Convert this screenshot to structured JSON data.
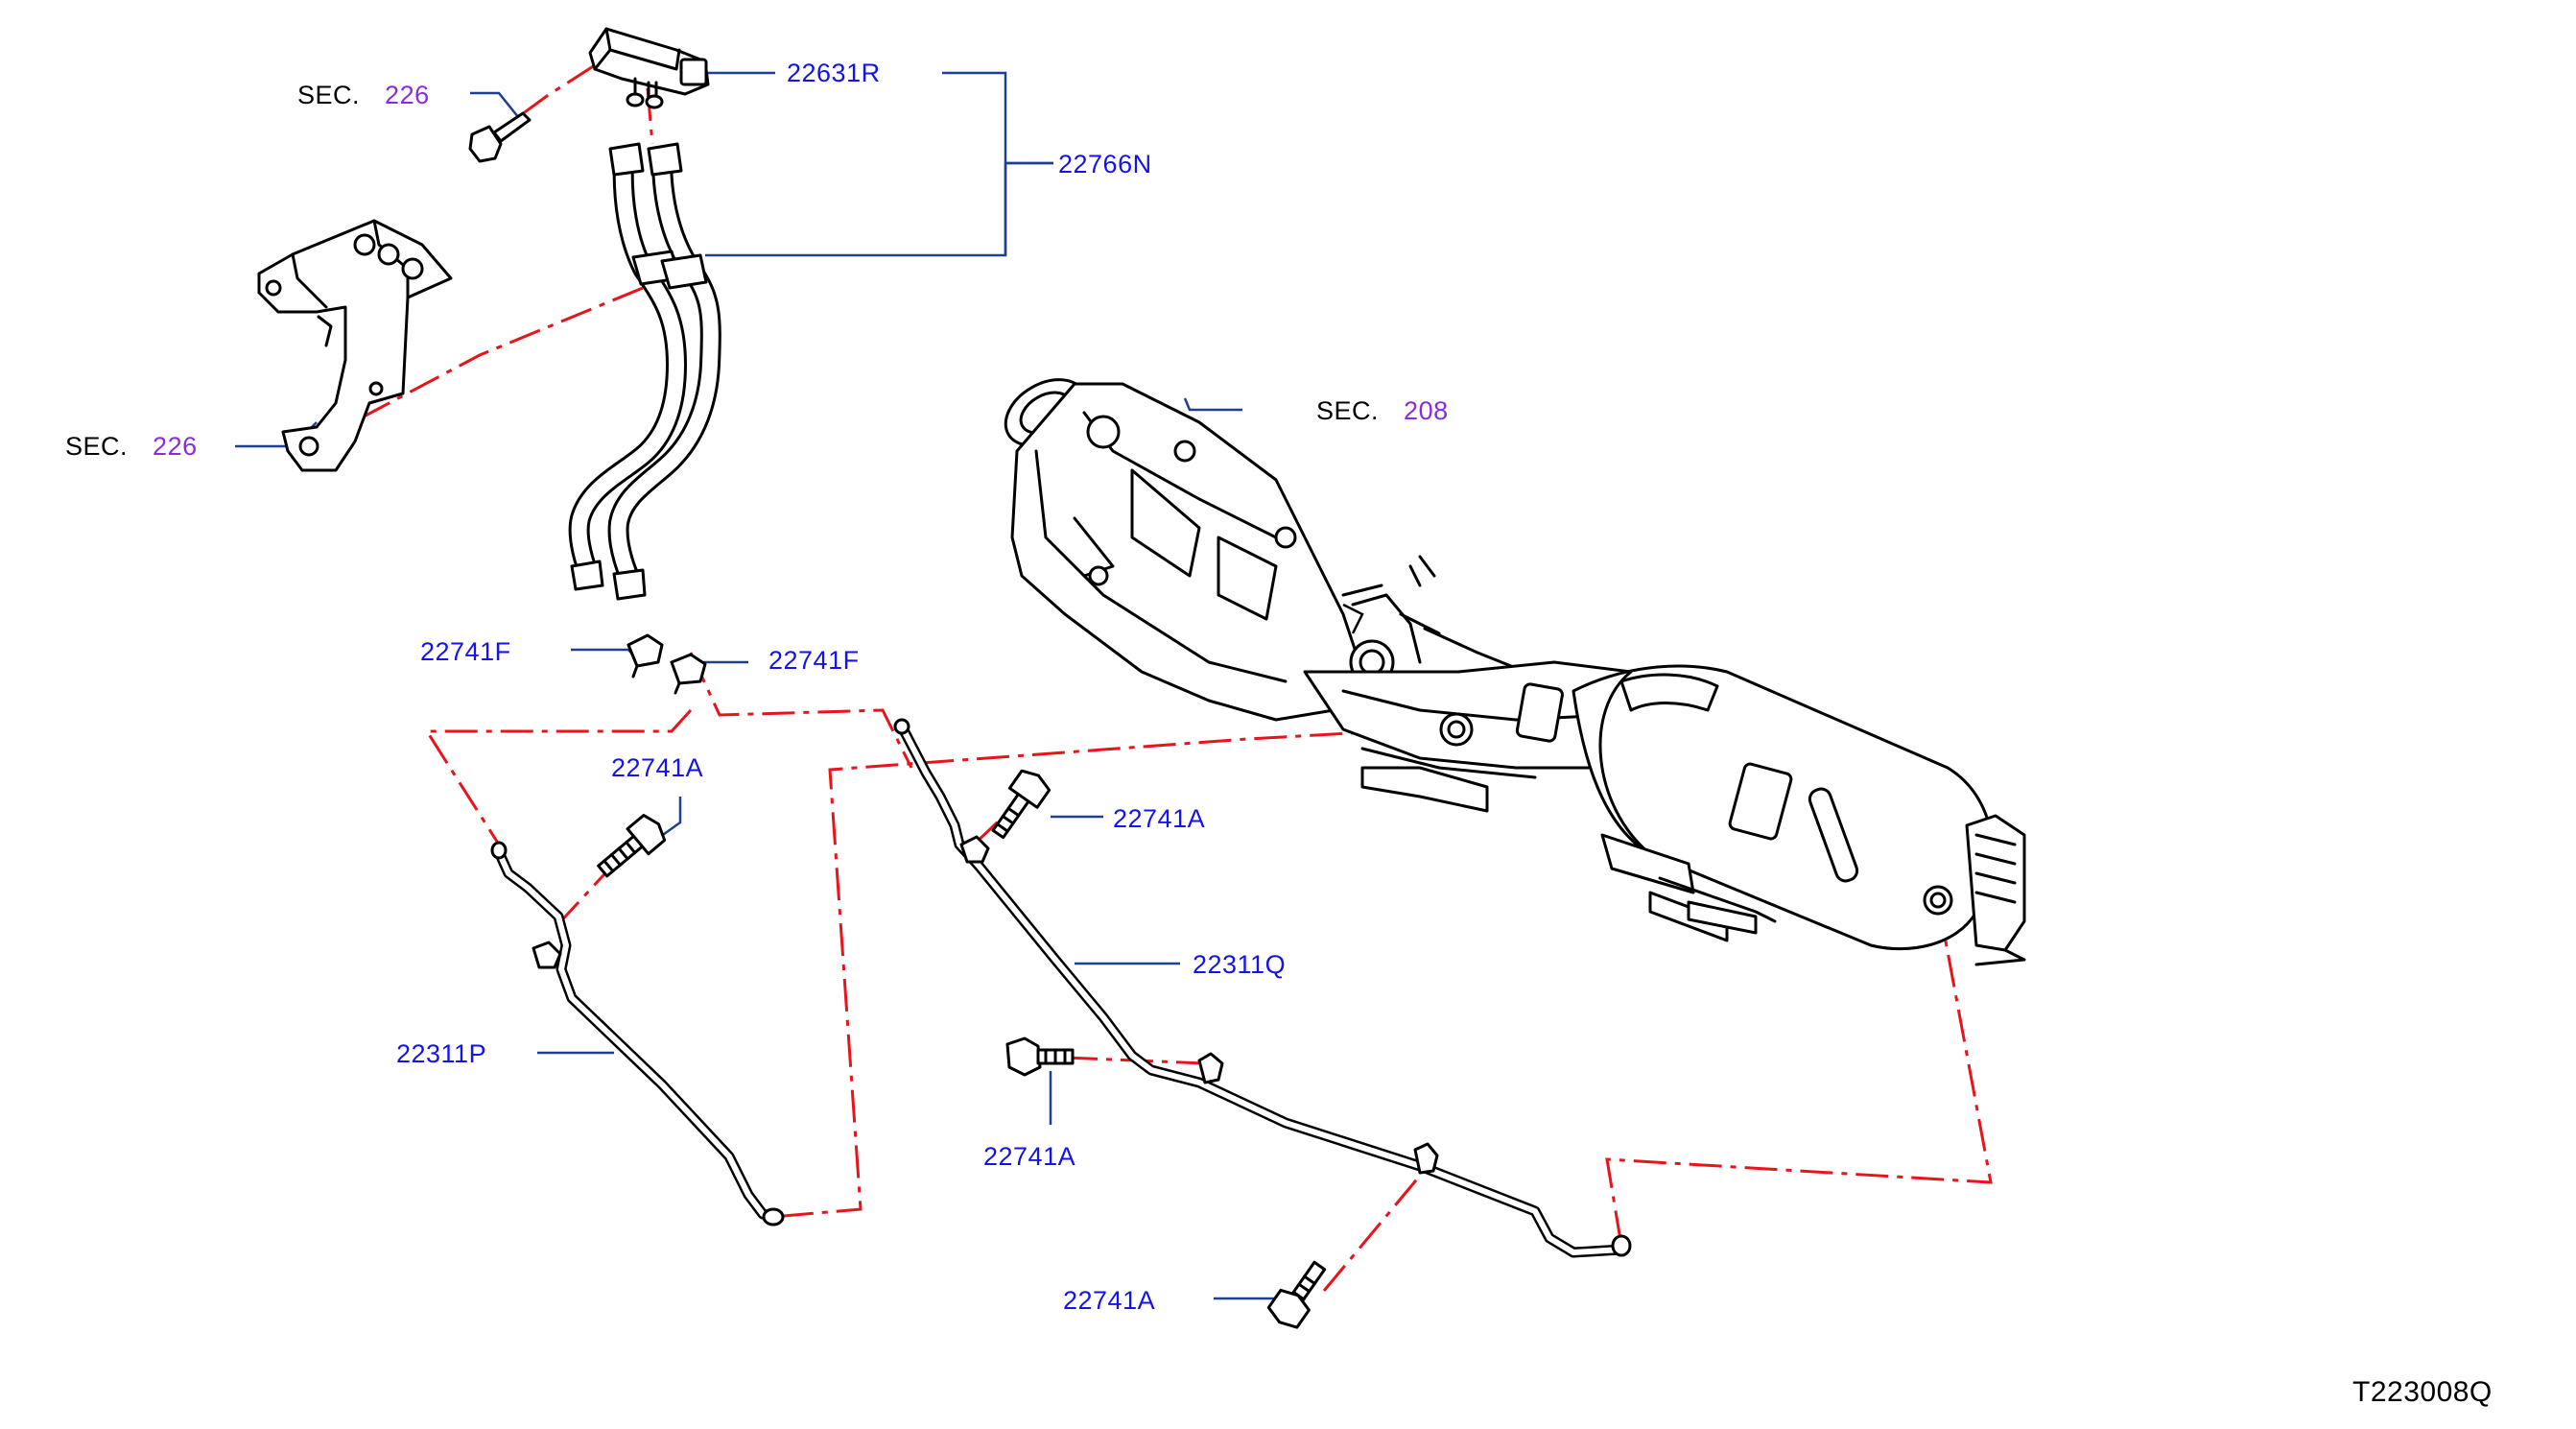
{
  "diagram_code": "T223008Q",
  "labels": {
    "sensor": "22631R",
    "hose_assembly": "22766N",
    "sec_226_top": {
      "prefix": "SEC.",
      "number": "226"
    },
    "sec_226_bracket": {
      "prefix": "SEC.",
      "number": "226"
    },
    "sec_208": {
      "prefix": "SEC.",
      "number": "208"
    },
    "clamp_left": "22741F",
    "clamp_right": "22741F",
    "bolt_upper_left": "22741A",
    "bolt_upper_right": "22741A",
    "tube_left": "22311P",
    "tube_right": "22311Q",
    "bolt_lower_middle": "22741A",
    "bolt_bottom": "22741A"
  },
  "colors": {
    "part_number": "#1414e6",
    "section_number": "#8a2be2",
    "leader_line": "#1f3f8f",
    "assembly_line": "#e8141c"
  }
}
